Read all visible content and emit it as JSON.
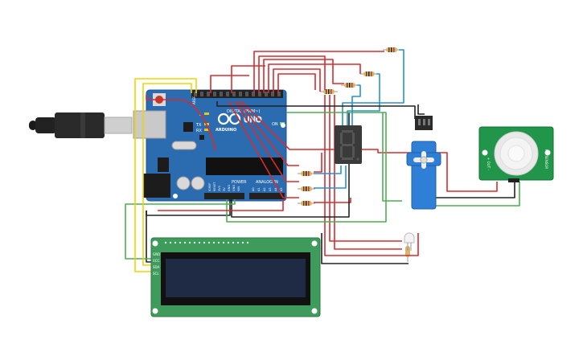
{
  "arduino": {
    "brand": "ARDUINO",
    "model": "UNO",
    "header_power": "POWER",
    "header_analog": "ANALOG IN",
    "header_digital": "DIGITAL (PWM~)",
    "pin_labels_power": [
      "IOREF",
      "RESET",
      "3V3",
      "5V",
      "GND",
      "GND",
      "VIN"
    ],
    "pin_labels_analog": [
      "A0",
      "A1",
      "A2",
      "A3",
      "A4",
      "A5"
    ],
    "led_labels": [
      "L",
      "TX",
      "RX",
      "ON"
    ],
    "aref_label": "AREF"
  },
  "seven_segment": {
    "digit": "8"
  },
  "pir": {
    "left_label": "+ OUT -",
    "right_label": "PIR SENSOR"
  },
  "lcd": {
    "pins": [
      "GND",
      "VCC",
      "SDA",
      "SCL"
    ]
  },
  "colors": {
    "board": "#2b6cb0",
    "wire_red": "#d92b2b",
    "wire_green": "#4caf50",
    "wire_blue": "#2a8fd6",
    "wire_black": "#222222",
    "wire_yellow": "#f1d400",
    "lcd_pcb": "#3e9b5c",
    "lcd_screen": "#1f2a44",
    "pir_pcb": "#21964a",
    "servo": "#2f7fd6"
  }
}
